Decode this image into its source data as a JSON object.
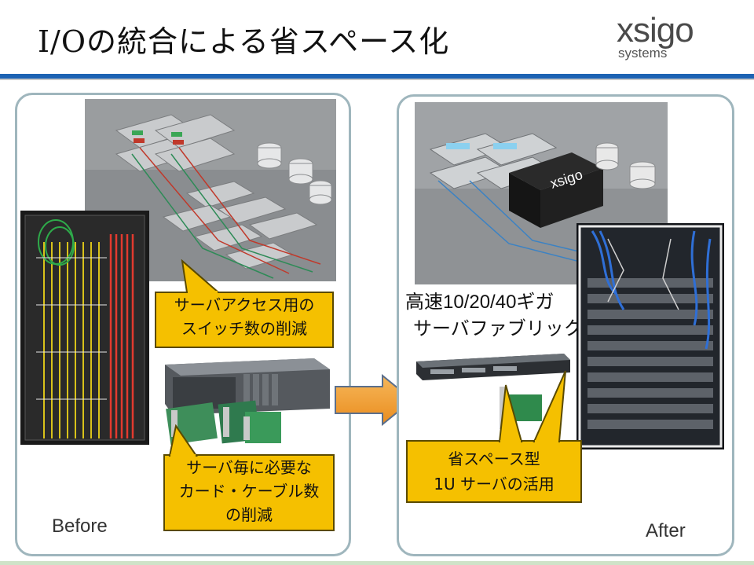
{
  "slide": {
    "title": "I/Oの統合による省スペース化",
    "logo_word": "xsigo",
    "logo_sub": "systems"
  },
  "before": {
    "label": "Before",
    "callout_switch": [
      "サーバアクセス用の",
      "スイッチ数の削減"
    ],
    "callout_cards": [
      "サーバ毎に必要な",
      "カード・ケーブル数",
      "の削減"
    ]
  },
  "after": {
    "label": "After",
    "fabric_text": [
      "高速10/20/40ギガ",
      "サーバファブリック"
    ],
    "callout_1u": [
      "省スペース型",
      "1U サーバの活用"
    ]
  },
  "colors": {
    "accent_blue": "#1d63b3",
    "callout_yellow": "#f5c000",
    "arrow_orange": "#f2a03a",
    "panel_border": "#9fb6bd"
  }
}
